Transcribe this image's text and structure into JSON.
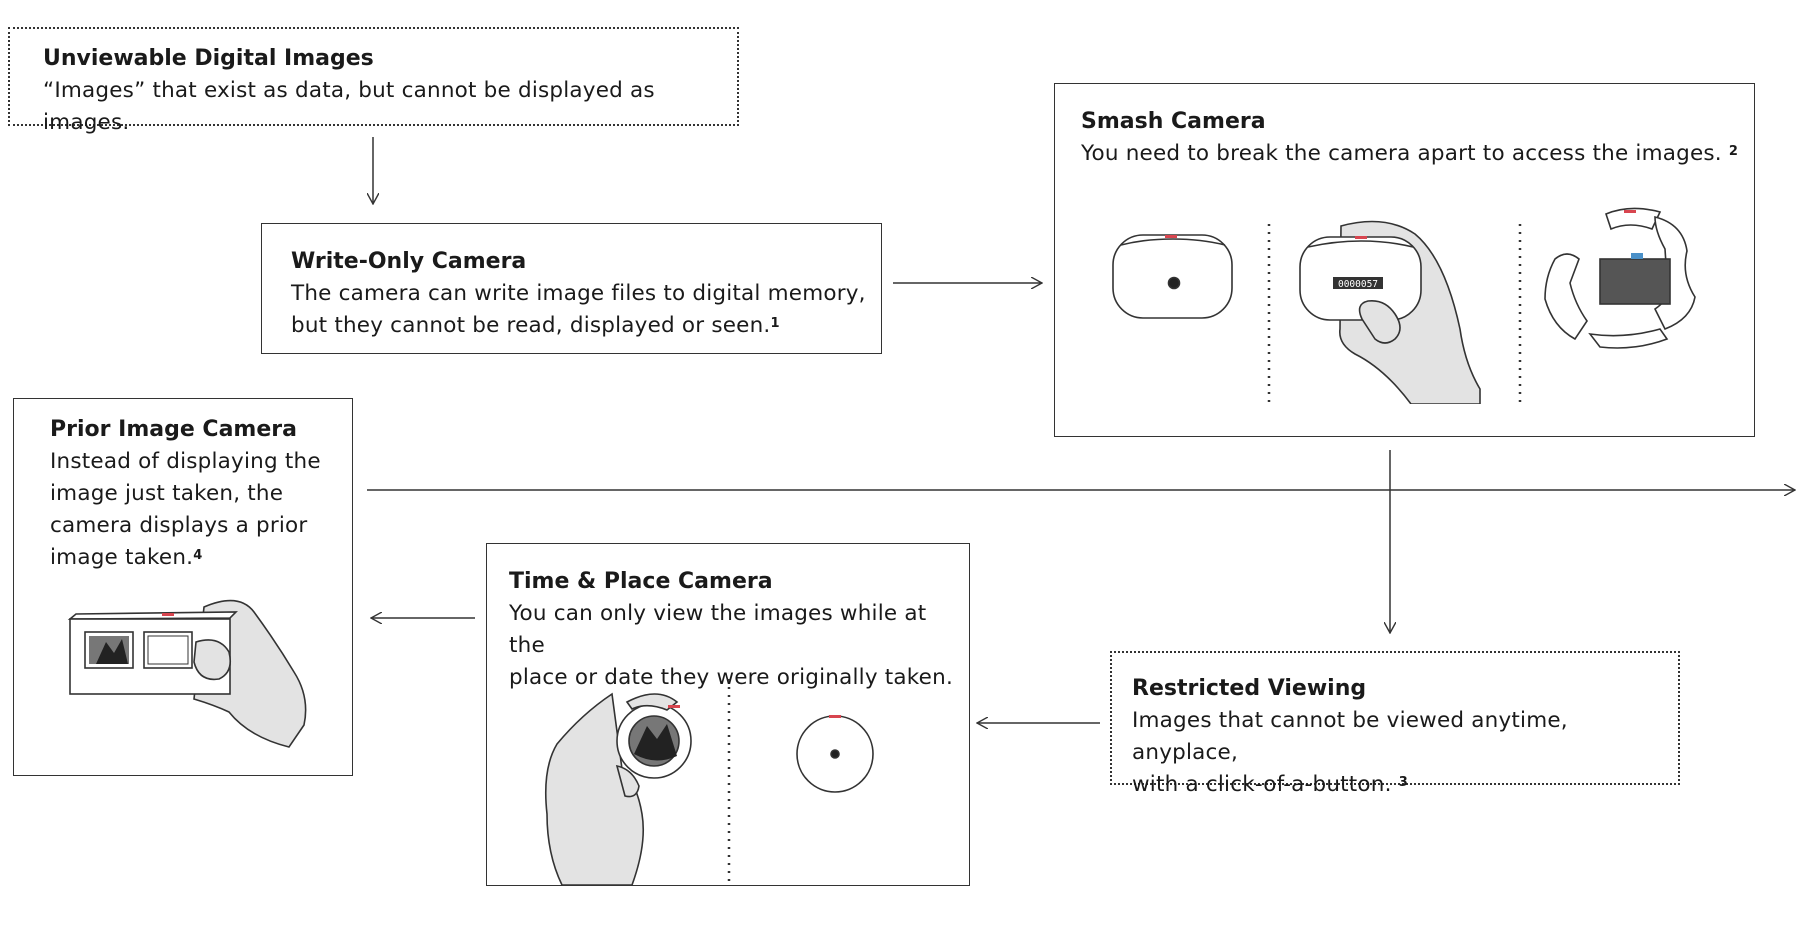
{
  "nodes": {
    "unviewable": {
      "title": "Unviewable Digital Images",
      "desc": "“Images” that exist as data, but cannot be displayed as images."
    },
    "write_only": {
      "title": "Write-Only Camera",
      "desc_line1": "The camera can write image files to digital memory,",
      "desc_line2": "but they cannot be read, displayed or seen.",
      "footnote": "1"
    },
    "smash": {
      "title": "Smash Camera",
      "desc": "You need to break the camera apart to access the images.",
      "footnote": "2",
      "counter": "0000057"
    },
    "prior": {
      "title": "Prior Image Camera",
      "desc_lines": [
        "Instead of displaying the",
        "image just taken, the",
        "camera displays a prior",
        "image taken."
      ],
      "footnote": "4"
    },
    "time_place": {
      "title": "Time & Place Camera",
      "desc_line1": "You can only view the images while at the",
      "desc_line2": "place or date they were originally taken."
    },
    "restricted": {
      "title": "Restricted Viewing",
      "desc_line1": "Images that cannot be viewed anytime, anyplace,",
      "desc_line2": "with a click-of-a-button.",
      "footnote": "3"
    }
  },
  "colors": {
    "line": "#333333",
    "accent_red": "#d8454f",
    "hand_fill": "#e3e3e3",
    "memory_card": "#555555",
    "card_contacts": "#4a90c8"
  }
}
